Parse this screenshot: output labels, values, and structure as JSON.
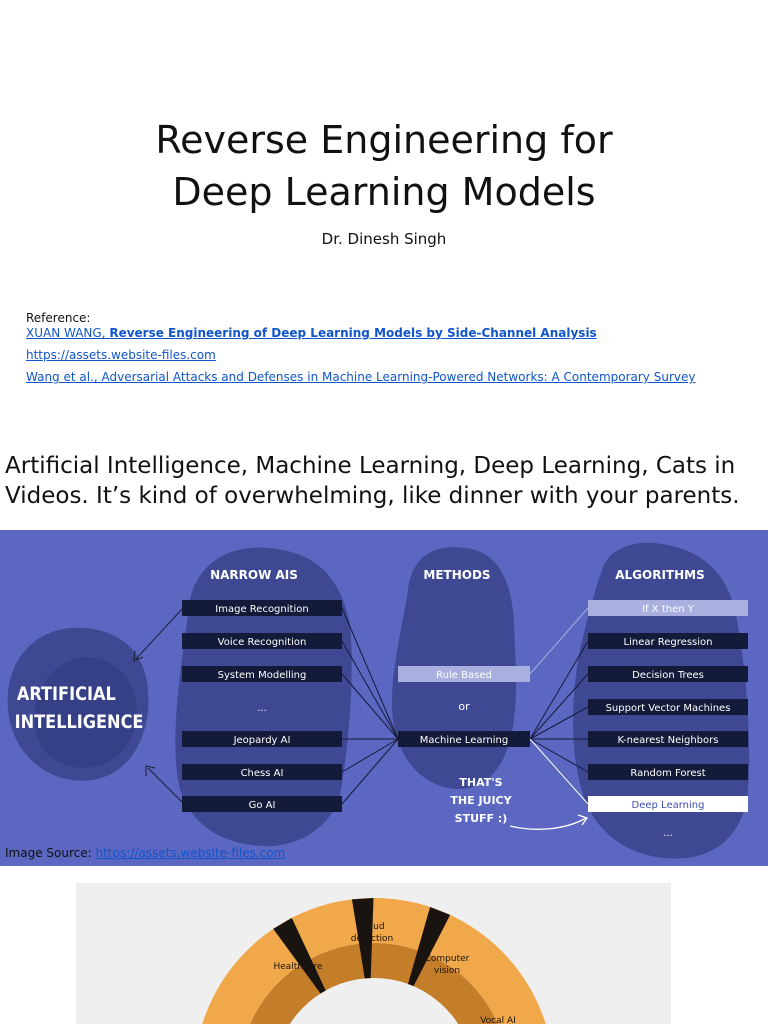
{
  "title": {
    "line1": "Reverse Engineering for",
    "line2": "Deep Learning Models"
  },
  "author": "Dr. Dinesh Singh",
  "references": {
    "label": "Reference:",
    "ref1_plain": "XUAN WANG, ",
    "ref1_bold": "Reverse Engineering of Deep Learning Models by Side-Channel Analysis",
    "ref2": "https://assets.website-files.com",
    "ref3": "Wang et al., Adversarial Attacks and Defenses in Machine Learning-Powered Networks: A Contemporary Survey"
  },
  "intro": {
    "line1": "Artificial Intelligence, Machine Learning, Deep Learning, Cats in",
    "line2": "Videos. It’s kind of overwhelming, like dinner with your parents."
  },
  "diagram": {
    "bg_color": "#5b67c0",
    "blob_color": "#3f4993",
    "box_color": "#141b3a",
    "ai_label_line1": "ARTIFICIAL",
    "ai_label_line2": "INTELLIGENCE",
    "headers": {
      "narrow": "NARROW AIS",
      "methods": "METHODS",
      "algorithms": "ALGORITHMS"
    },
    "narrow_ais": [
      "Image Recognition",
      "Voice Recognition",
      "System Modelling",
      "...",
      "Jeopardy AI",
      "Chess AI",
      "Go AI"
    ],
    "methods": {
      "rule_based": "Rule Based",
      "or": "or",
      "machine_learning": "Machine Learning"
    },
    "algorithms": [
      "If X then Y",
      "Linear Regression",
      "Decision Trees",
      "Support Vector Machines",
      "K-nearest Neighbors",
      "Random Forest",
      "Deep Learning",
      "..."
    ],
    "juicy_line1": "THAT'S",
    "juicy_line2": "THE JUICY",
    "juicy_line3": "STUFF :)"
  },
  "image_source": {
    "label": "Image Source: ",
    "link": "https://assets.website-files.com"
  },
  "ring_chart": {
    "segments": [
      "Healthcare",
      "Fraud detection",
      "Computer vision",
      "Vocal AI"
    ],
    "fraud_line1": "Fraud",
    "fraud_line2": "detection",
    "vision_line1": "Computer",
    "vision_line2": "vision",
    "colors": {
      "outer": "#f0a84a",
      "inner": "#c47d28",
      "divider": "#1a1410",
      "bg": "#efefef"
    }
  }
}
